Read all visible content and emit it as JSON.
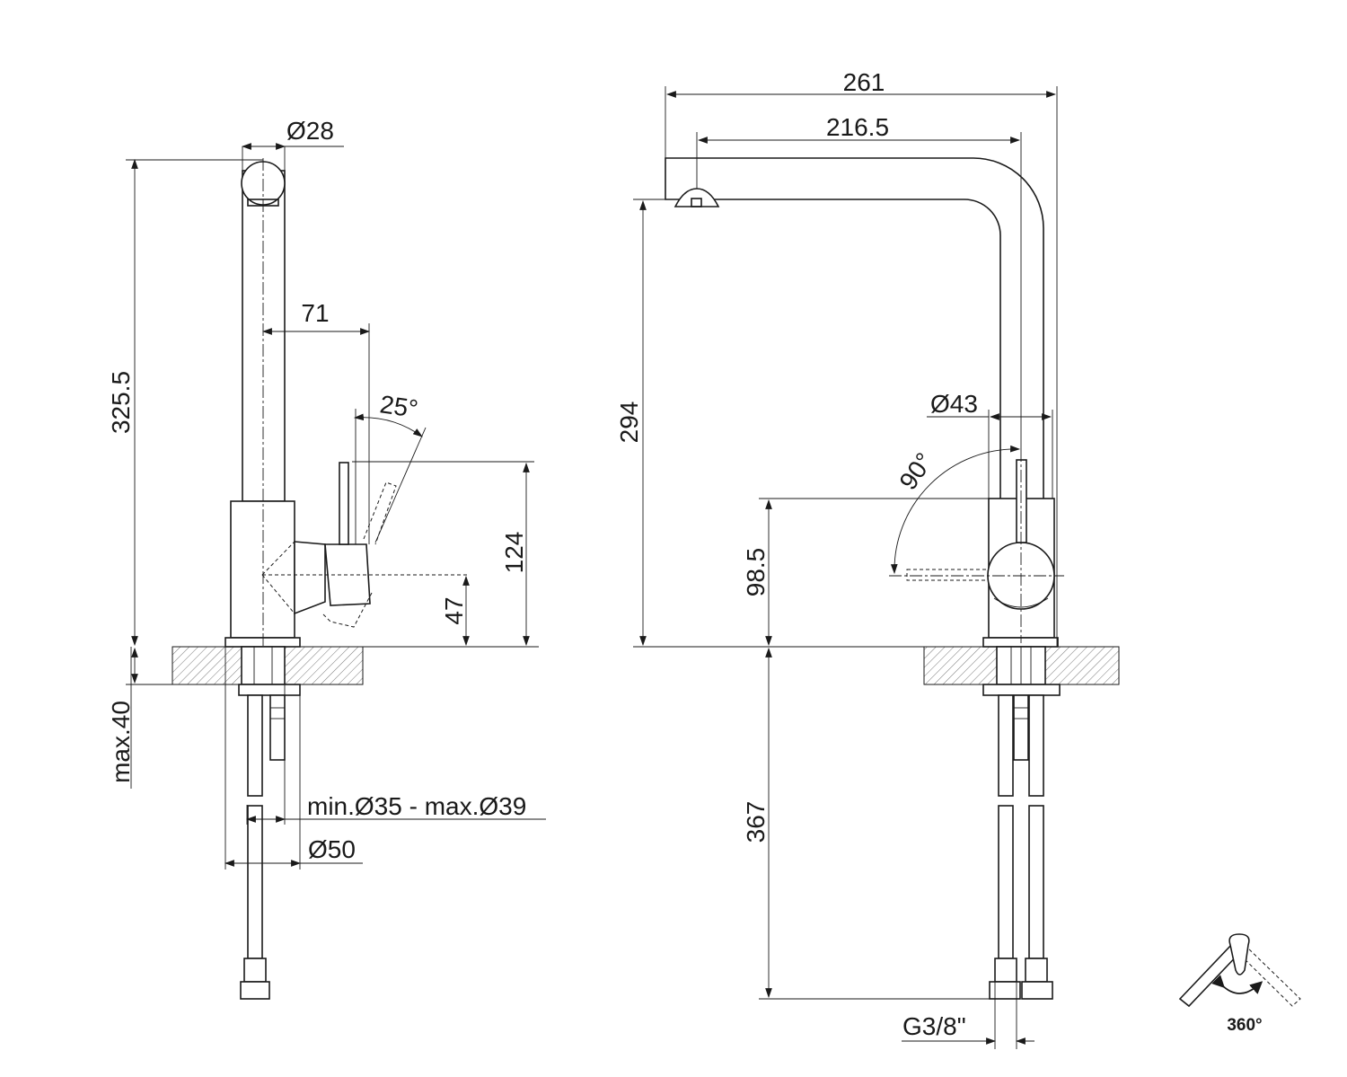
{
  "dimensions": {
    "pipe_diameter": "Ø28",
    "total_height": "325.5",
    "handle_offset": "71",
    "handle_angle": "25°",
    "handle_height": "124",
    "handle_axis_height": "47",
    "max_thickness": "max.40",
    "hole_range": "min.Ø35 - max.Ø39",
    "base_diameter": "Ø50",
    "total_reach": "261",
    "spout_reach": "216.5",
    "spout_height": "294",
    "body_diameter": "Ø43",
    "lever_rotation": "90°",
    "body_height": "98.5",
    "hose_length": "367",
    "thread_size": "G3/8\"",
    "swivel": "360°"
  }
}
